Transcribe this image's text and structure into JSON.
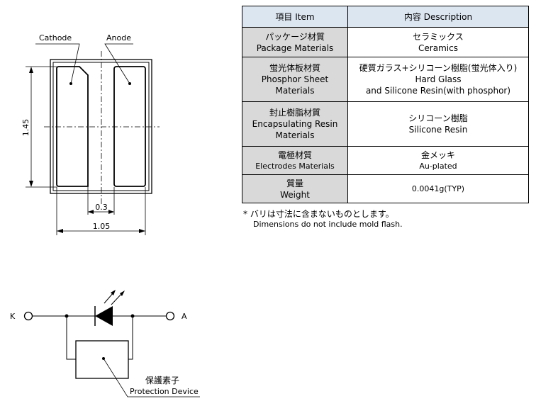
{
  "package": {
    "cathode_label": "Cathode",
    "anode_label": "Anode",
    "dim_height": "1.45",
    "dim_gap": "0.3",
    "dim_width": "1.05"
  },
  "table": {
    "header": {
      "col1": "項目 Item",
      "col2": "内容 Description"
    },
    "rows": [
      {
        "item": [
          "パッケージ材質",
          "Package Materials"
        ],
        "desc": [
          "セラミックス",
          "Ceramics"
        ]
      },
      {
        "item": [
          "蛍光体板材質",
          "Phosphor Sheet",
          "Materials"
        ],
        "desc": [
          "硬質ガラス+シリコーン樹脂(蛍光体入り)",
          "Hard Glass",
          "and Silicone Resin(with phosphor)"
        ]
      },
      {
        "item": [
          "封止樹脂材質",
          "Encapsulating Resin",
          "Materials"
        ],
        "desc": [
          "シリコーン樹脂",
          "Silicone Resin"
        ]
      },
      {
        "item": [
          "電極材質",
          "Electrodes Materials"
        ],
        "desc": [
          "金メッキ",
          "Au-plated"
        ]
      },
      {
        "item": [
          "質量",
          "Weight"
        ],
        "desc": [
          "0.0041g(TYP)"
        ]
      }
    ]
  },
  "notes": {
    "ja": "* バリは寸法に含まないものとします。",
    "en": "Dimensions do not include mold flash."
  },
  "circuit": {
    "k_label": "K",
    "a_label": "A",
    "device_label_ja": "保護素子",
    "device_label_en": "Protection Device"
  }
}
